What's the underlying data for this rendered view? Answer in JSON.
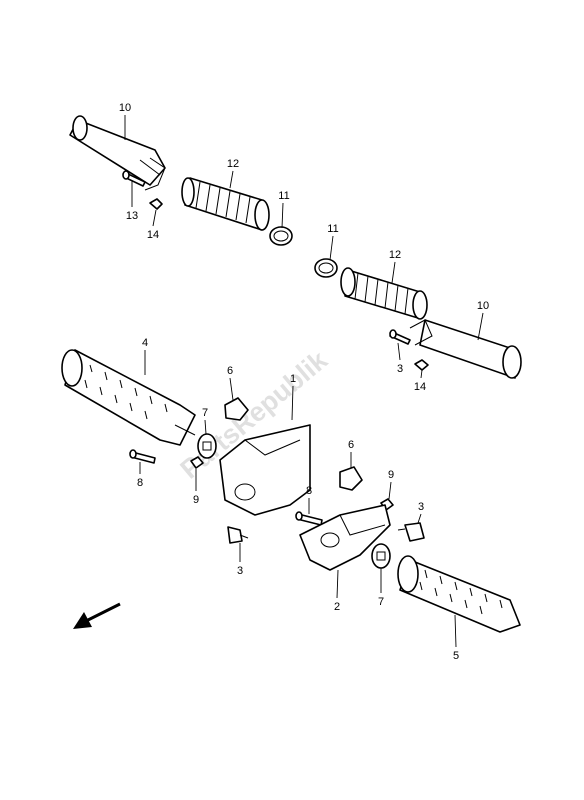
{
  "watermark": "PartsRepublik",
  "part_numbers": {
    "top_left_bar": "10",
    "top_left_grip": "12",
    "top_left_ring": "11",
    "top_left_bolt": "13",
    "top_left_nut": "14",
    "right_ring": "11",
    "right_grip": "12",
    "right_bar": "10",
    "right_bolt": "3",
    "right_nut": "14",
    "left_footpeg": "4",
    "left_clip": "6",
    "left_washer": "7",
    "left_pin": "8",
    "left_cotter": "9",
    "left_bracket": "1",
    "left_bolt": "3",
    "right_clip": "6",
    "right_cotter": "9",
    "right_pin": "8",
    "right_bracket": "2",
    "right_washer": "7",
    "right_footpeg": "5"
  },
  "icons": {
    "direction_arrow": "front-direction-arrow-icon"
  }
}
